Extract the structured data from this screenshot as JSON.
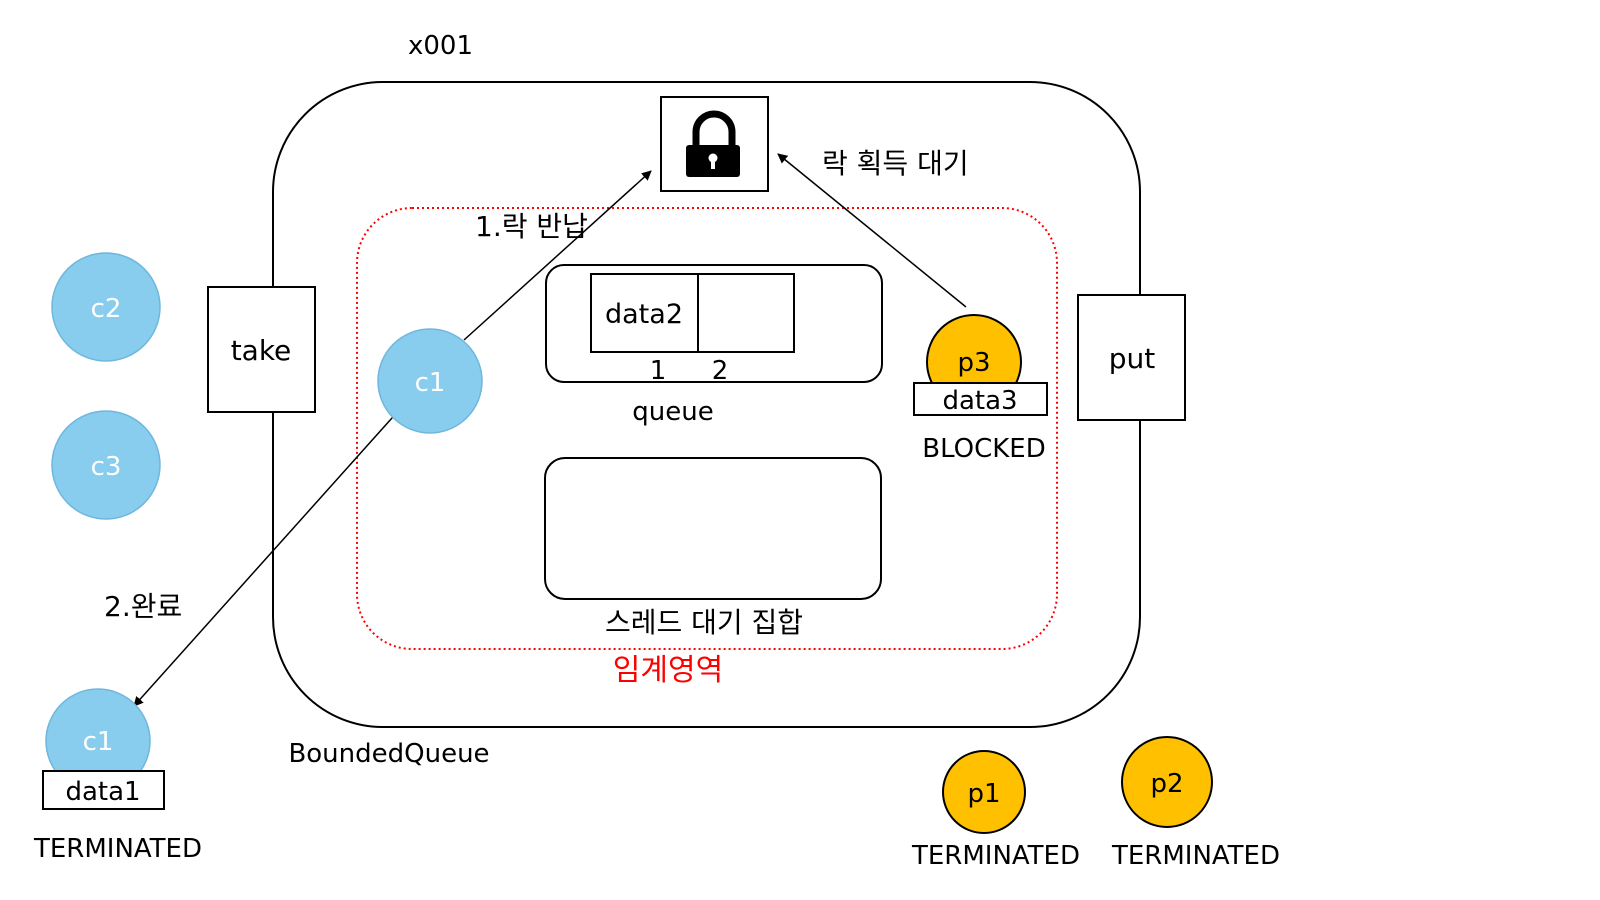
{
  "diagram": {
    "object_id": "x001",
    "class_name": "BoundedQueue",
    "lock": {
      "icon": "lock-icon",
      "waiting_label": "락 획득 대기"
    },
    "steps": {
      "return_lock": "1.락 반납",
      "complete": "2.완료"
    },
    "methods": {
      "take": "take",
      "put": "put"
    },
    "queue": {
      "label": "queue",
      "slots": [
        {
          "index": "1",
          "value": "data2"
        },
        {
          "index": "2",
          "value": ""
        }
      ]
    },
    "wait_set": {
      "label": "스레드 대기 집합"
    },
    "critical_section": {
      "label": "임계영역"
    },
    "consumers": {
      "c1_active": "c1",
      "c2": "c2",
      "c3": "c3",
      "c1_done": {
        "name": "c1",
        "data": "data1",
        "state": "TERMINATED"
      }
    },
    "producers": {
      "p3": {
        "name": "p3",
        "data": "data3",
        "state": "BLOCKED"
      },
      "p1": {
        "name": "p1",
        "state": "TERMINATED"
      },
      "p2": {
        "name": "p2",
        "state": "TERMINATED"
      }
    },
    "colors": {
      "consumer": "#88CCEE",
      "producer": "#FFC000",
      "critical": "#FF0000",
      "stroke": "#000000"
    }
  }
}
